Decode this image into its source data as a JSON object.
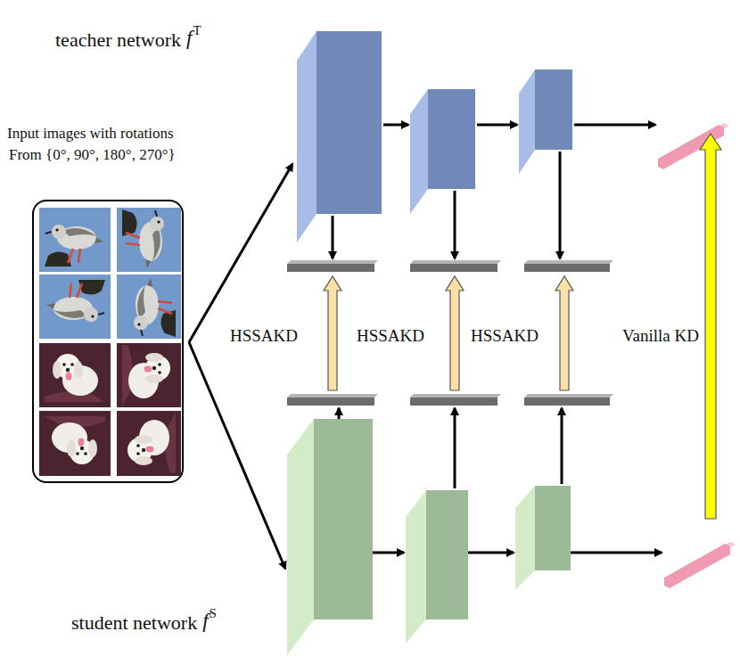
{
  "diagram": {
    "labels": [
      "teacher network",
      "f",
      "T",
      "Input images with rotations",
      "From {0°, 90°, 180°, 270°}",
      "HSSAKD",
      "HSSAKD",
      "HSSAKD",
      "Vanilla KD",
      "student network",
      "f",
      "S"
    ]
  }
}
